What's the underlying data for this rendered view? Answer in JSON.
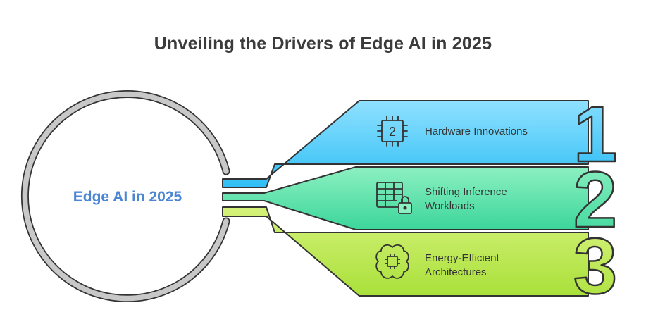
{
  "title": "Unveiling the Drivers of Edge AI in 2025",
  "center": {
    "label": "Edge AI in 2025",
    "color": "#4a86d4"
  },
  "items": [
    {
      "number": "1",
      "label": "Hardware Innovations",
      "color_top": "#8fe1ff",
      "color_bottom": "#2fbef5",
      "icon": "processor-chip-icon"
    },
    {
      "number": "2",
      "label_line1": "Shifting Inference",
      "label_line2": "Workloads",
      "color_top": "#8df0c2",
      "color_bottom": "#3bd69a",
      "icon": "table-lock-icon"
    },
    {
      "number": "3",
      "label_line1": "Energy-Efficient",
      "label_line2": "Architectures",
      "color_top": "#d5f27a",
      "color_bottom": "#a9e03a",
      "icon": "brain-chip-icon"
    }
  ],
  "chip_icon_text": "2",
  "colors": {
    "outline": "#333333",
    "ring": "#c8c8c8",
    "text": "#333333"
  }
}
